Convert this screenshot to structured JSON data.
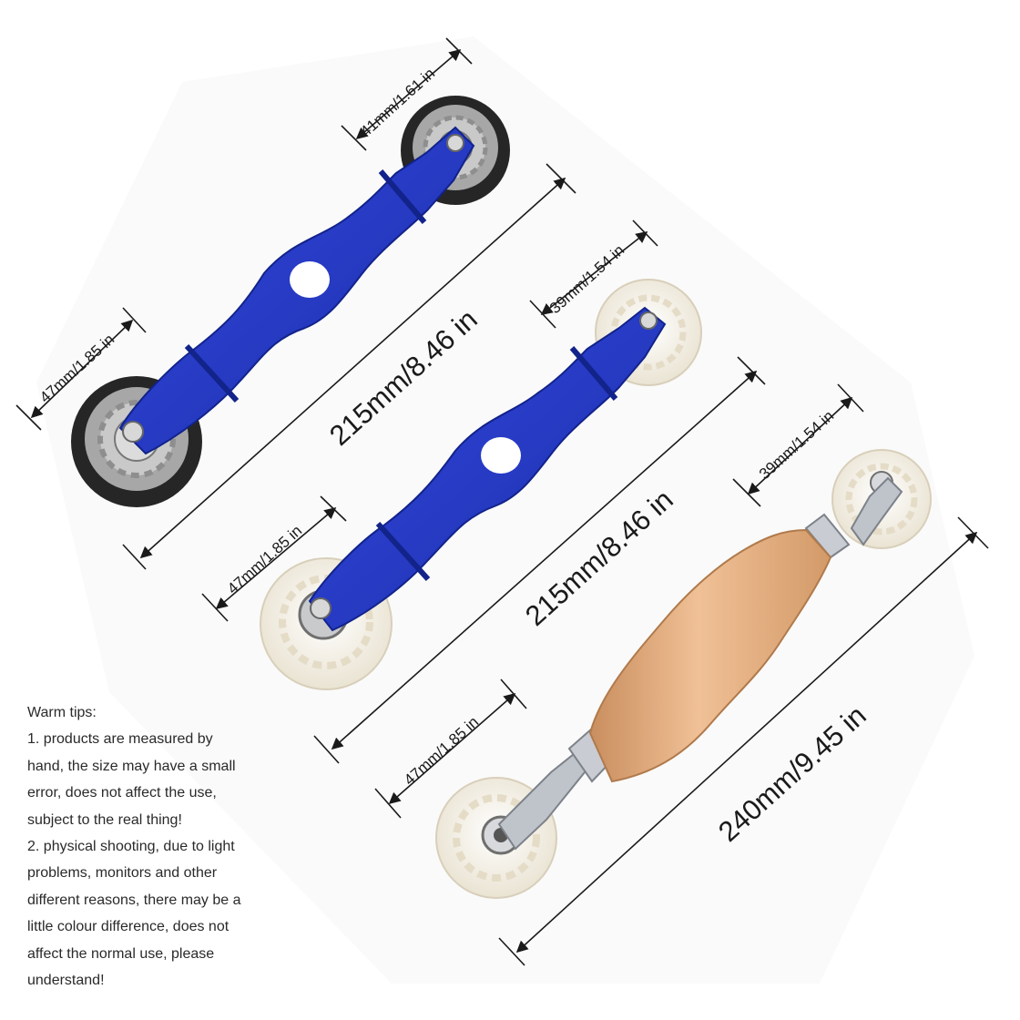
{
  "colors": {
    "handle_blue": "#2438c8",
    "handle_blue_dark": "#162a9e",
    "wood": "#e0a878",
    "wheel_black": "#2a2a2a",
    "wheel_grey": "#a9a9a9",
    "wheel_white": "#f4efe2",
    "metal": "#b8bcc4"
  },
  "tools": [
    {
      "name": "Blue handle roller with black rubber wheels",
      "length": "215mm/8.46 in",
      "large_wheel": "47mm/1.85 in",
      "small_wheel": "41mm/1.61 in"
    },
    {
      "name": "Blue handle roller with white nylon wheels",
      "length": "215mm/8.46 in",
      "large_wheel": "47mm/1.85 in",
      "small_wheel": "39mm/1.54 in"
    },
    {
      "name": "Wooden handle roller with white nylon wheels",
      "length": "240mm/9.45 in",
      "large_wheel": "47mm/1.85 in",
      "small_wheel": "39mm/1.54 in"
    }
  ],
  "warm_tips": {
    "title": "Warm tips:",
    "lines": [
      "1. products are measured by",
      "hand, the size may have a small",
      "error, does not affect the use,",
      "subject to the real thing!",
      "2. physical shooting, due to light",
      "problems, monitors and other",
      "different reasons, there may be a",
      "little colour difference, does not",
      "affect the normal use, please",
      "understand!"
    ]
  }
}
